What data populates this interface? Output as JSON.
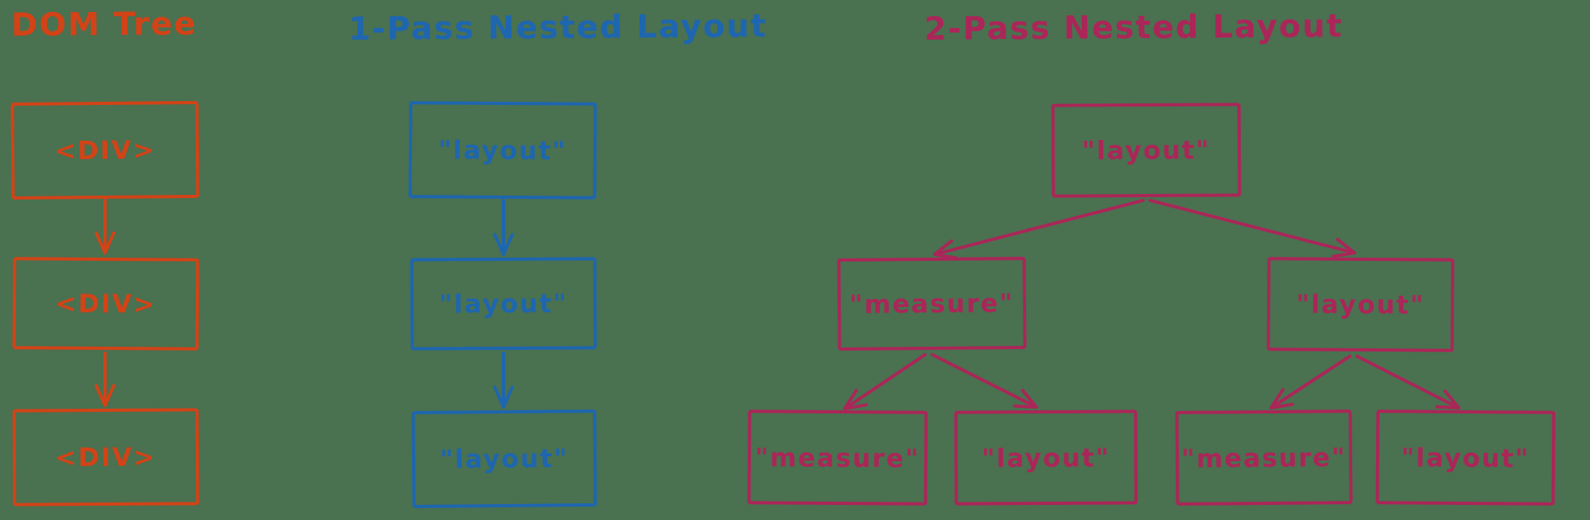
{
  "colors": {
    "background": "#4a7150",
    "dom_tree": "#d24317",
    "one_pass": "#1e66b0",
    "two_pass": "#ab2658"
  },
  "dom_tree": {
    "title": "DOM Tree",
    "nodes": [
      "<DIV>",
      "<DIV>",
      "<DIV>"
    ]
  },
  "one_pass": {
    "title": "1-Pass Nested Layout",
    "nodes": [
      "\"layout\"",
      "\"layout\"",
      "\"layout\""
    ]
  },
  "two_pass": {
    "title": "2-Pass Nested Layout",
    "root": "\"layout\"",
    "level2": [
      "\"measure\"",
      "\"layout\""
    ],
    "leaves": [
      "\"measure\"",
      "\"layout\"",
      "\"measure\"",
      "\"layout\""
    ]
  }
}
